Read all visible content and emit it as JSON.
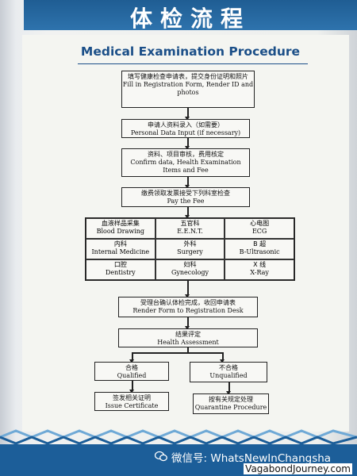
{
  "header": {
    "title": "体检流程"
  },
  "main": {
    "title": "Medical Examination Procedure"
  },
  "steps": {
    "registration": {
      "zh": "填写健康检查申请表，提交身份证明和照片",
      "en": "Fill in Registration Form,  Render ID and photos"
    },
    "data_input": {
      "zh": "申请人资料录入（如需要）",
      "en": "Personal Data Input (if necessary)"
    },
    "confirm": {
      "zh": "资料、项目审核，费用核定",
      "en": "Confirm data, Health Examination Items and Fee"
    },
    "pay": {
      "zh": "缴费领取发票接受下列科室检查",
      "en": "Pay the Fee"
    },
    "render": {
      "zh": "受理台确认体检完成，收回申请表",
      "en": "Render Form to Registration Desk"
    },
    "assessment": {
      "zh": "结果评定",
      "en": "Health Assessment"
    },
    "qualified": {
      "zh": "合格",
      "en": "Qualified"
    },
    "unqualified": {
      "zh": "不合格",
      "en": "Unqualified"
    },
    "certificate": {
      "zh": "签发相关证明",
      "en": "Issue Certificate"
    },
    "quarantine": {
      "zh": "按有关规定处理",
      "en": "Quarantine Procedure"
    }
  },
  "departments": [
    {
      "zh": "血液样品采集",
      "en": "Blood Drawing"
    },
    {
      "zh": "五官科",
      "en": "E.E.N.T."
    },
    {
      "zh": "心电图",
      "en": "ECG"
    },
    {
      "zh": "内科",
      "en": "Internal Medicine"
    },
    {
      "zh": "外科",
      "en": "Surgery"
    },
    {
      "zh": "B 超",
      "en": "B-Ultrasonic"
    },
    {
      "zh": "口腔",
      "en": "Dentistry"
    },
    {
      "zh": "妇科",
      "en": "Gynecology"
    },
    {
      "zh": "X 线",
      "en": "X-Ray"
    }
  ],
  "watermark": {
    "label": "微信号: WhatsNewInChangsha",
    "site": "VagabondJourney.com"
  },
  "colors": {
    "header_blue": "#1f5d93",
    "title_blue": "#1b4f88",
    "footer_blue": "#1c5e99"
  }
}
